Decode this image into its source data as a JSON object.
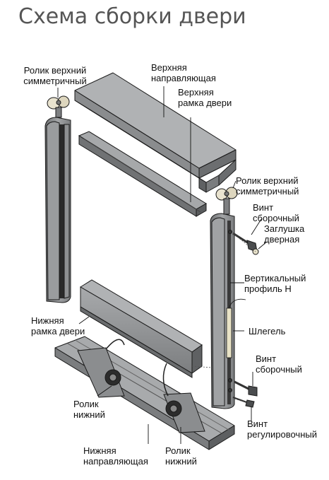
{
  "title": "Схема сборки двери",
  "labels": {
    "roller_top_left": [
      "Ролик верхний",
      "симметричный"
    ],
    "top_rail": [
      "Верхняя",
      "направляющая"
    ],
    "top_frame": [
      "Верхняя",
      "рамка двери"
    ],
    "roller_top_right": [
      "Ролик верхний",
      "симметричный"
    ],
    "screw_assembly_top": [
      "Винт",
      "сборочный"
    ],
    "door_plug": [
      "Заглушка",
      "дверная"
    ],
    "vertical_profile": [
      "Вертикальный",
      "профиль Н"
    ],
    "bottom_frame": [
      "Нижняя",
      "рамка двери"
    ],
    "seal_strip": [
      "Шлегель"
    ],
    "screw_assembly_bottom": [
      "Винт",
      "сборочный"
    ],
    "roller_bottom_left": [
      "Ролик",
      "нижний"
    ],
    "screw_adjust": [
      "Винт",
      "регулировочный"
    ],
    "bottom_rail": [
      "Нижняя",
      "направляющая"
    ],
    "roller_bottom_right": [
      "Ролик",
      "нижний"
    ]
  },
  "colors": {
    "metal": "#8f9193",
    "metal_dark": "#5f6163",
    "metal_light": "#b4b6b8",
    "outline": "#1a1a1a",
    "seal": "#e8e2c6",
    "leader": "#111111"
  }
}
